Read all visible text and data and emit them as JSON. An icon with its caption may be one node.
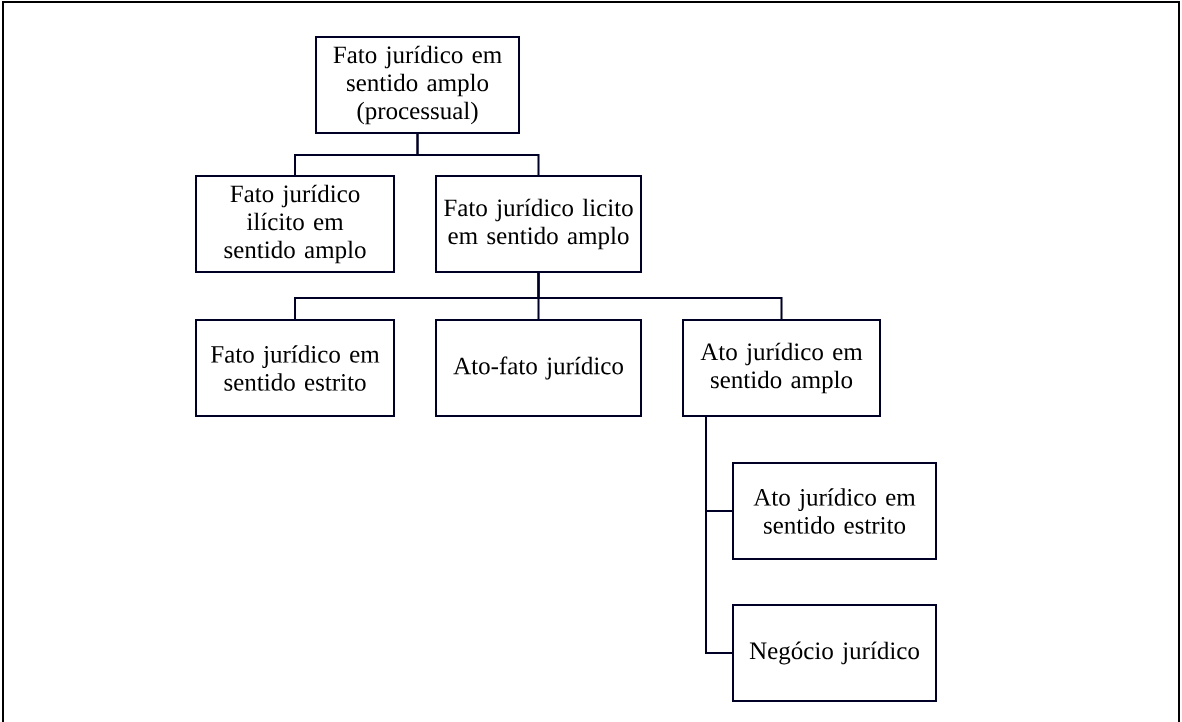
{
  "diagram": {
    "nodes": [
      {
        "text": [
          "Fato jurídico em sentido amplo (processual)"
        ]
      },
      {
        "text": [
          "Fato jurídico ilícito em sentido amplo"
        ]
      },
      {
        "text": [
          "Fato jurídico licito em sentido amplo"
        ]
      },
      {
        "text": [
          "Fato jurídico em sentido estrito"
        ]
      },
      {
        "text": [
          "Ato-fato jurídico"
        ]
      },
      {
        "text": [
          "Ato jurídico em sentido amplo"
        ]
      },
      {
        "text": [
          "Ato jurídico em sentido estrito"
        ]
      },
      {
        "text": [
          "Negócio jurídico"
        ]
      }
    ],
    "edges": [
      {
        "from": 0,
        "to": 1,
        "arrow": "none"
      },
      {
        "from": 0,
        "to": 2,
        "arrow": "none"
      },
      {
        "from": 2,
        "to": 3,
        "arrow": "none"
      },
      {
        "from": 2,
        "to": 4,
        "arrow": "none"
      },
      {
        "from": 2,
        "to": 5,
        "arrow": "none"
      },
      {
        "from": 5,
        "to": 6,
        "arrow": "none"
      },
      {
        "from": 5,
        "to": 7,
        "arrow": "none"
      }
    ]
  }
}
